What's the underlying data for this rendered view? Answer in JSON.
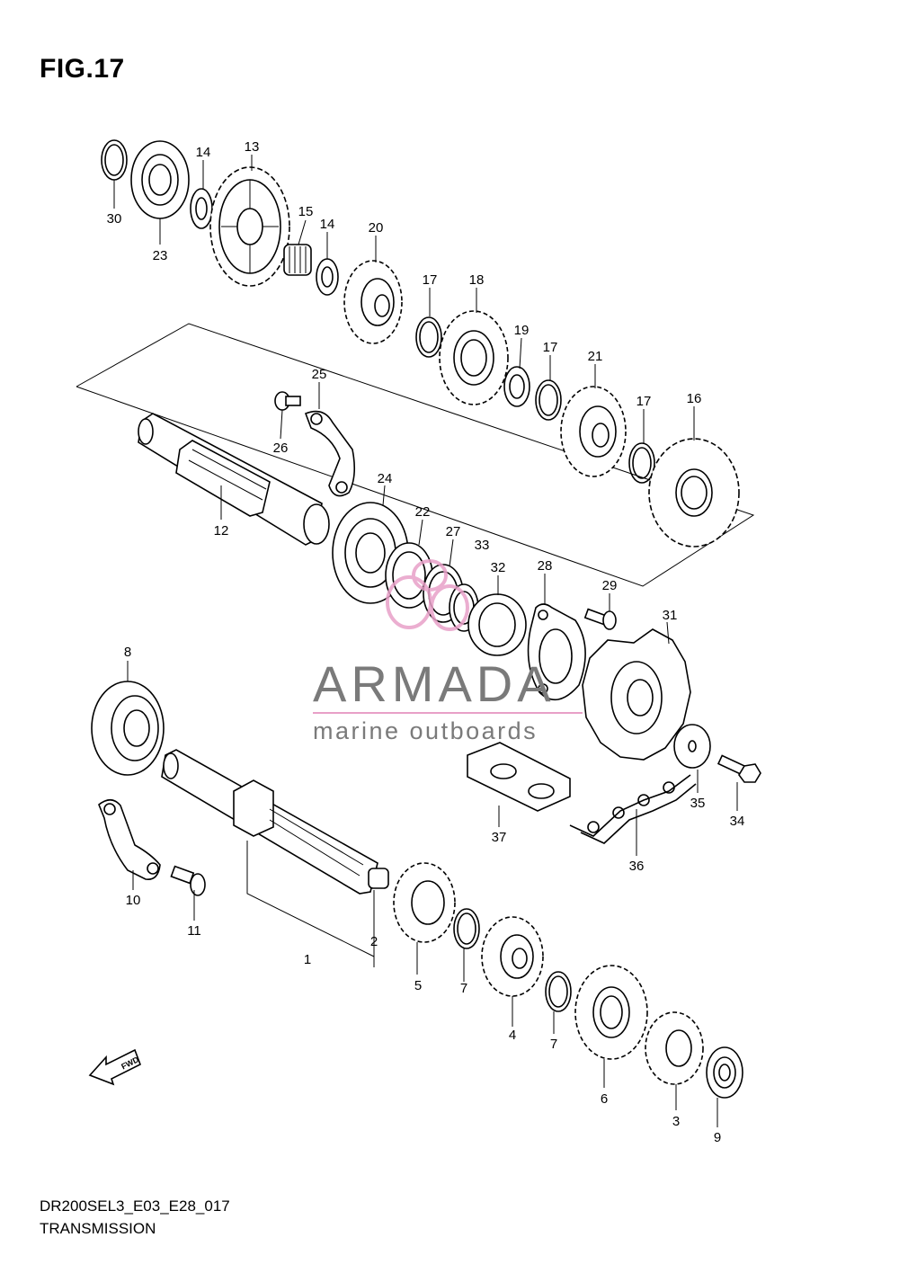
{
  "figure": {
    "title": "FIG.17",
    "code": "DR200SEL3_E03_E28_017",
    "name": "TRANSMISSION"
  },
  "watermark": {
    "brand": "ARMADA",
    "tagline": "marine outboards",
    "logo_color": "#e8a0c8",
    "text_color": "#7a7a7a"
  },
  "fwd_arrow": {
    "label": "FWD"
  },
  "callouts": [
    "1",
    "2",
    "3",
    "4",
    "5",
    "6",
    "7",
    "7",
    "8",
    "9",
    "10",
    "11",
    "12",
    "13",
    "14",
    "14",
    "15",
    "16",
    "17",
    "17",
    "17",
    "18",
    "19",
    "20",
    "21",
    "22",
    "23",
    "24",
    "25",
    "26",
    "27",
    "28",
    "29",
    "30",
    "31",
    "32",
    "33",
    "34",
    "35",
    "36",
    "37"
  ]
}
